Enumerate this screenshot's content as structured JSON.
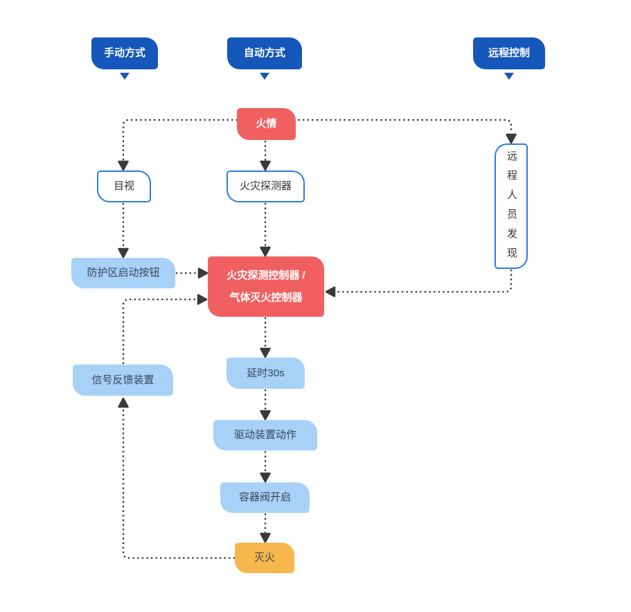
{
  "diagram": {
    "colors": {
      "primary_blue": "#1557BA",
      "red": "#F06060",
      "light_blue": "#A8D1F8",
      "yellow": "#F6B74C",
      "outline_blue": "#2B7BE9",
      "connector": "#3A3A3A"
    },
    "nodes": {
      "manual_mode": {
        "label": "手动方式"
      },
      "auto_mode": {
        "label": "自动方式"
      },
      "remote_control": {
        "label": "远程控制"
      },
      "fire": {
        "label": "火情"
      },
      "visual": {
        "label": "目视"
      },
      "fire_detector": {
        "label": "火灾探测器"
      },
      "remote_personnel": {
        "label": "远程人员发现"
      },
      "zone_start_button": {
        "label": "防护区启动按钮"
      },
      "controller": {
        "label_line1": "火灾探测控制器 /",
        "label_line2": "气体灭火控制器"
      },
      "delay_30s": {
        "label": "延时30s"
      },
      "drive_device": {
        "label": "驱动装置动作"
      },
      "container_valve": {
        "label": "容器阀开启"
      },
      "signal_feedback": {
        "label": "信号反馈装置"
      },
      "extinguish": {
        "label": "灭火"
      }
    },
    "edges": [
      {
        "from": "火情",
        "to": "目视"
      },
      {
        "from": "火情",
        "to": "火灾探测器"
      },
      {
        "from": "火情",
        "to": "远程人员发现"
      },
      {
        "from": "目视",
        "to": "防护区启动按钮"
      },
      {
        "from": "火灾探测器",
        "to": "火灾探测控制器 / 气体灭火控制器"
      },
      {
        "from": "防护区启动按钮",
        "to": "火灾探测控制器 / 气体灭火控制器"
      },
      {
        "from": "远程人员发现",
        "to": "火灾探测控制器 / 气体灭火控制器"
      },
      {
        "from": "火灾探测控制器 / 气体灭火控制器",
        "to": "延时30s"
      },
      {
        "from": "延时30s",
        "to": "驱动装置动作"
      },
      {
        "from": "驱动装置动作",
        "to": "容器阀开启"
      },
      {
        "from": "容器阀开启",
        "to": "灭火"
      },
      {
        "from": "灭火",
        "to": "信号反馈装置"
      },
      {
        "from": "信号反馈装置",
        "to": "火灾探测控制器 / 气体灭火控制器"
      }
    ]
  }
}
